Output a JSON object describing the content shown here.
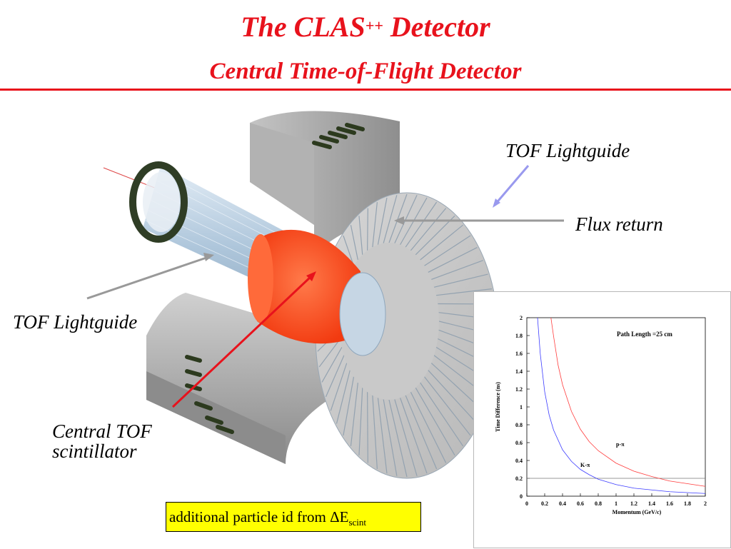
{
  "title": {
    "main": "The CLAS",
    "main_sup": "++",
    "main_tail": " Detector",
    "sub": "Central Time-of-Flight Detector"
  },
  "labels": {
    "tof_lightguide_top": "TOF Lightguide",
    "flux_return": "Flux return",
    "tof_lightguide_left": "TOF Lightguide",
    "central_tof_line1": "Central TOF",
    "central_tof_line2": "scintillator"
  },
  "note": {
    "text": "additional particle id from ΔE",
    "sub": "scint"
  },
  "colors": {
    "title": "#e8121c",
    "note_bg": "#ffff00",
    "scintillator": "#ff4a1c",
    "lightguide": "#b7cde0",
    "flux_return": "#a9a9a9"
  },
  "chart_data": {
    "type": "line",
    "title": "Path Length =25 cm",
    "xlabel": "Momentum (GeV/c)",
    "ylabel": "Time Difference (ns)",
    "xlim": [
      0,
      2
    ],
    "ylim": [
      0,
      2
    ],
    "xticks": [
      "0",
      "0.2",
      "0.4",
      "0.6",
      "0.8",
      "1",
      "1.2",
      "1.4",
      "1.6",
      "1.8",
      "2"
    ],
    "yticks": [
      "0",
      "0.2",
      "0.4",
      "0.6",
      "0.8",
      "1",
      "1.2",
      "1.4",
      "1.6",
      "1.8",
      "2"
    ],
    "hline": 0.2,
    "series": [
      {
        "name": "K-π",
        "color": "#3c3cff",
        "x": [
          0.12,
          0.15,
          0.2,
          0.25,
          0.3,
          0.4,
          0.5,
          0.6,
          0.7,
          0.8,
          1.0,
          1.2,
          1.4,
          1.6,
          1.8,
          2.0
        ],
        "y": [
          2.0,
          1.6,
          1.17,
          0.91,
          0.74,
          0.52,
          0.39,
          0.3,
          0.24,
          0.19,
          0.13,
          0.09,
          0.07,
          0.05,
          0.04,
          0.03
        ]
      },
      {
        "name": "p-π",
        "color": "#ff3c3c",
        "x": [
          0.27,
          0.3,
          0.35,
          0.4,
          0.5,
          0.6,
          0.7,
          0.8,
          1.0,
          1.2,
          1.4,
          1.6,
          1.8,
          2.0
        ],
        "y": [
          2.0,
          1.79,
          1.47,
          1.25,
          0.95,
          0.75,
          0.61,
          0.51,
          0.37,
          0.28,
          0.22,
          0.17,
          0.14,
          0.11
        ]
      }
    ]
  }
}
